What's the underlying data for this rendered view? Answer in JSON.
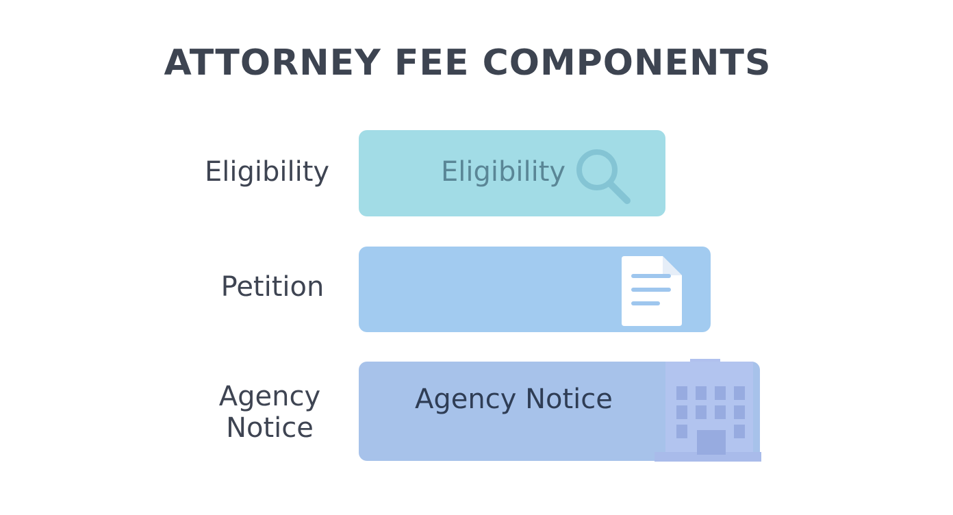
{
  "title": "ATTORNEY FEE COMPONENTS",
  "rows": [
    {
      "label": "Eligibility",
      "bar_text": "Eligibility",
      "icon": "magnifier-icon",
      "color": "#a2dce6"
    },
    {
      "label": "Petition",
      "bar_text": "",
      "icon": "document-icon",
      "color": "#a2cbf0"
    },
    {
      "label": "Agency Notice",
      "bar_text": "Agency Notice",
      "icon": "building-icon",
      "color": "#a7c2ea"
    }
  ]
}
